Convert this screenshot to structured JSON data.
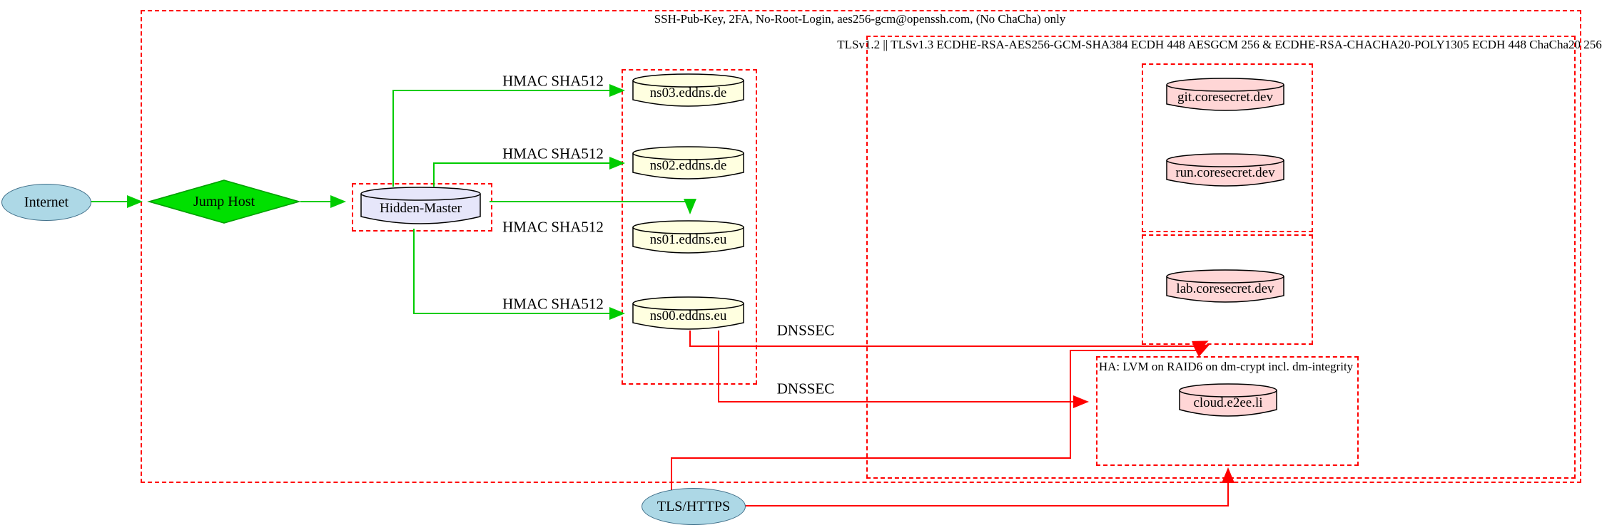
{
  "clusters": {
    "ssh": {
      "label": "SSH-Pub-Key, 2FA, No-Root-Login, aes256-gcm@openssh.com, (No ChaCha) only"
    },
    "tls": {
      "label": "TLSv1.2 || TLSv1.3 ECDHE-RSA-AES256-GCM-SHA384 ECDH 448 AESGCM 256 & ECDHE-RSA-CHACHA20-POLY1305 ECDH 448 ChaCha20 256"
    },
    "ha": {
      "label": "HA: LVM on RAID6 on dm-crypt incl. dm-integrity"
    }
  },
  "nodes": {
    "internet": {
      "label": "Internet",
      "shape": "ellipse",
      "fill": "#add8e6"
    },
    "jump_host": {
      "label": "Jump Host",
      "shape": "diamond",
      "fill": "#00e000"
    },
    "hidden_master": {
      "label": "Hidden-Master",
      "shape": "cylinder",
      "fill": "#e6e6fa"
    },
    "ns03": {
      "label": "ns03.eddns.de",
      "shape": "cylinder",
      "fill": "#ffffe0"
    },
    "ns02": {
      "label": "ns02.eddns.de",
      "shape": "cylinder",
      "fill": "#ffffe0"
    },
    "ns01": {
      "label": "ns01.eddns.eu",
      "shape": "cylinder",
      "fill": "#ffffe0"
    },
    "ns00": {
      "label": "ns00.eddns.eu",
      "shape": "cylinder",
      "fill": "#ffffe0"
    },
    "git": {
      "label": "git.coresecret.dev",
      "shape": "cylinder",
      "fill": "#ffd6d6"
    },
    "run": {
      "label": "run.coresecret.dev",
      "shape": "cylinder",
      "fill": "#ffd6d6"
    },
    "lab": {
      "label": "lab.coresecret.dev",
      "shape": "cylinder",
      "fill": "#ffd6d6"
    },
    "cloud": {
      "label": "cloud.e2ee.li",
      "shape": "cylinder",
      "fill": "#ffd6d6"
    },
    "tls_https": {
      "label": "TLS/HTTPS",
      "shape": "ellipse",
      "fill": "#add8e6"
    }
  },
  "edges": {
    "hmac_label": "HMAC SHA512",
    "dnssec_label": "DNSSEC"
  },
  "colors": {
    "secure": "#00cc00",
    "danger": "#ff0000",
    "lightblue": "#add8e6",
    "lavender": "#e6e6fa",
    "lightyellow": "#ffffe0",
    "pink": "#ffd6d6",
    "green-fill": "#00e000",
    "node-stroke": "#000000"
  }
}
